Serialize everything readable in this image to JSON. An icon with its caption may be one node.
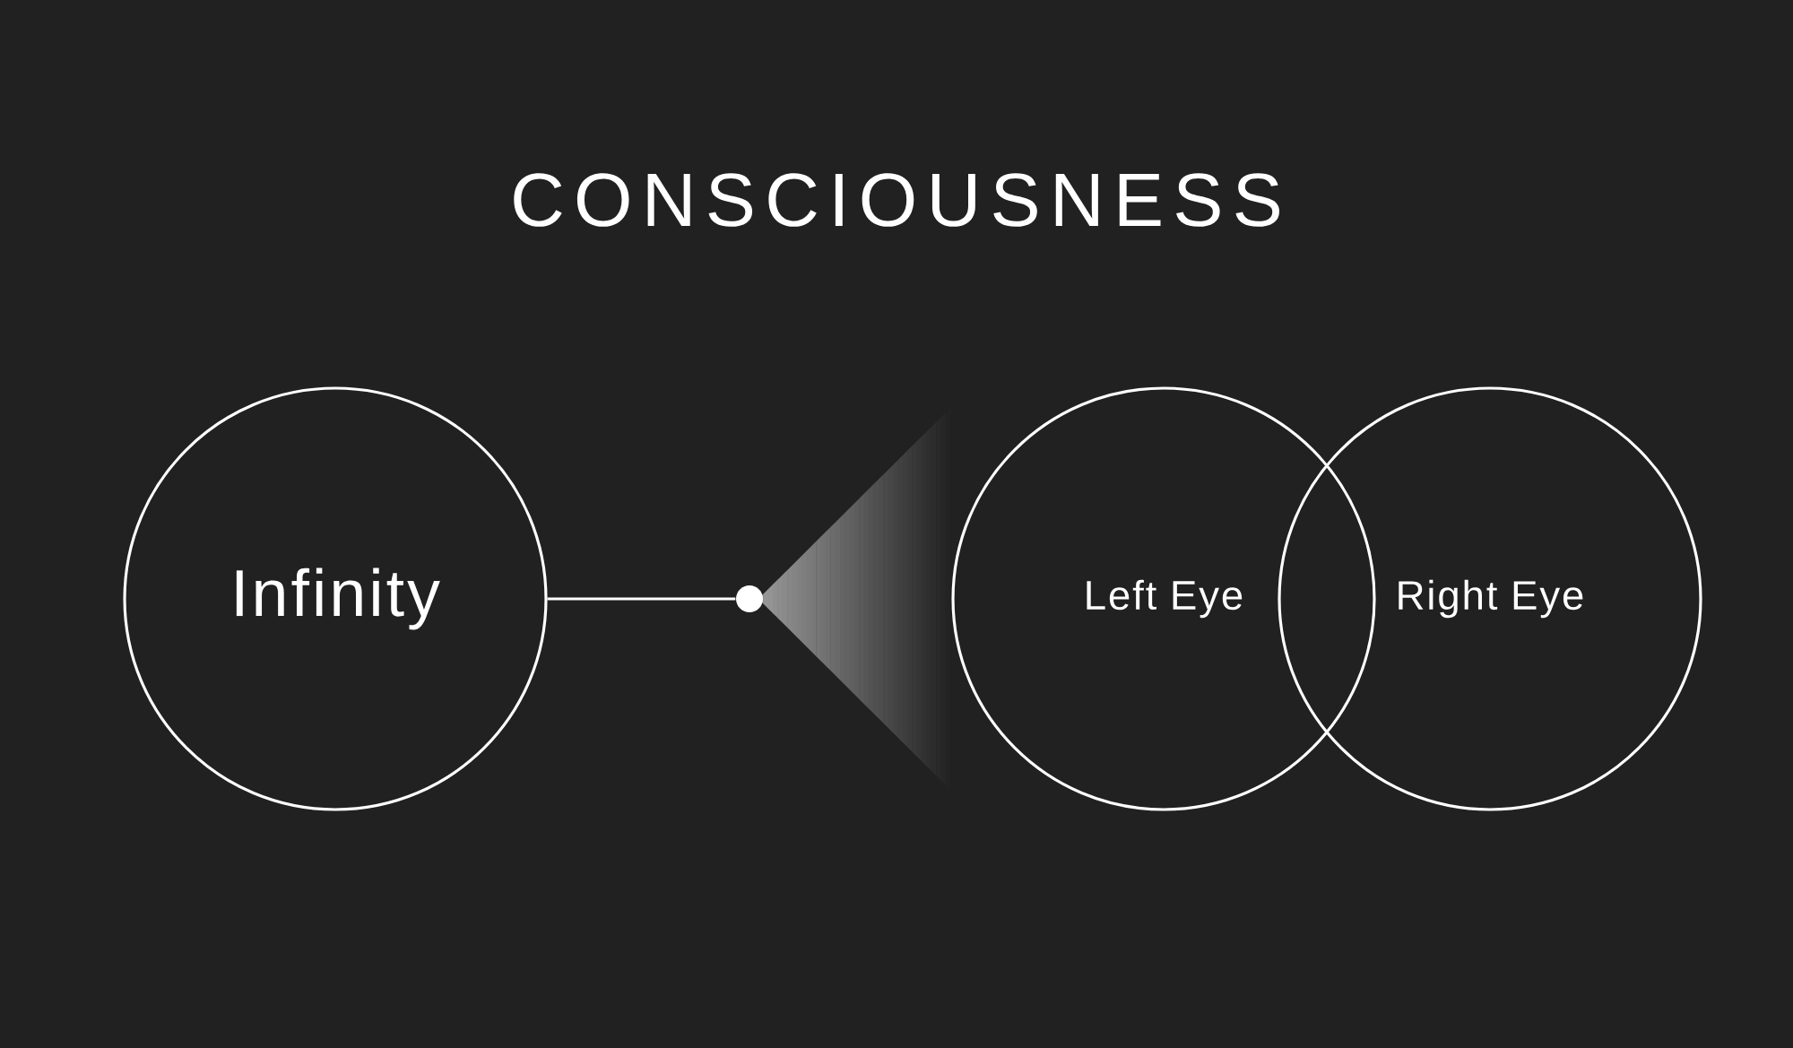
{
  "diagram": {
    "title": "CONSCIOUSNESS",
    "nodes": [
      {
        "text": [
          "Infinity"
        ]
      },
      {
        "text": [],
        "shape": "circle"
      },
      {
        "text": [
          "Left Eye"
        ]
      },
      {
        "text": [
          "Right Eye"
        ]
      }
    ],
    "edges": [
      {
        "from": 0,
        "to": 1,
        "arrow": "none"
      }
    ]
  }
}
